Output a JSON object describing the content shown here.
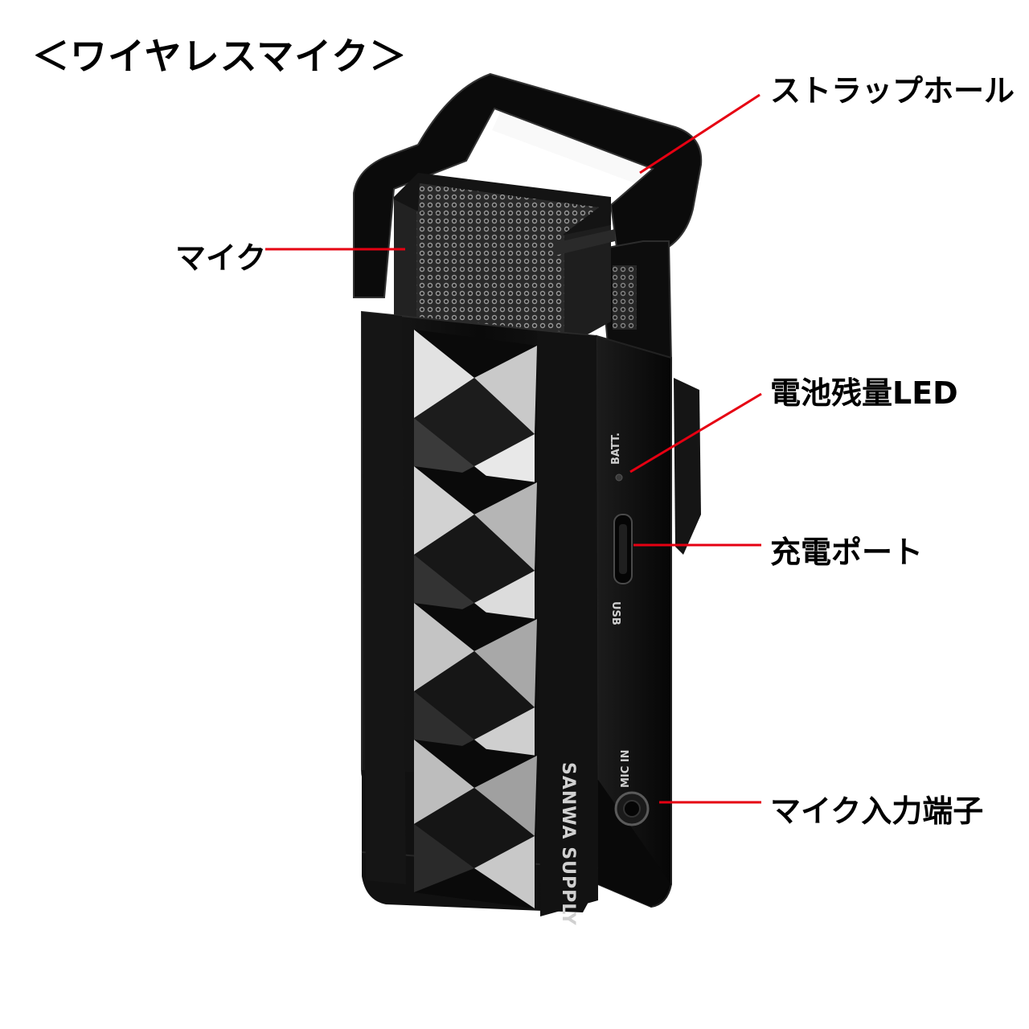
{
  "title": "＜ワイヤレスマイク＞",
  "callouts": {
    "strap_hole": "ストラップホール",
    "mic": "マイク",
    "battery_led": "電池残量LED",
    "charge_port": "充電ポート",
    "mic_input": "マイク入力端子"
  },
  "device_text": {
    "batt": "BATT.",
    "usb": "USB",
    "mic_in": "MIC IN",
    "brand": "SANWA SUPPLY"
  },
  "colors": {
    "leader_line": "#e60012",
    "body": "#0c0c0c"
  }
}
